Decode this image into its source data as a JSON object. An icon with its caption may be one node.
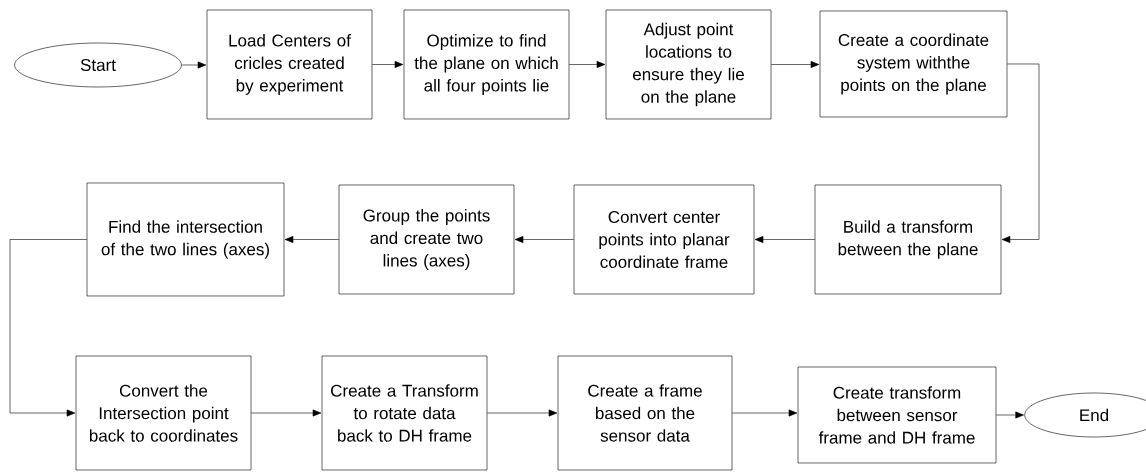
{
  "diagram": {
    "nodes": [
      {
        "text": [
          "Start"
        ]
      },
      {
        "text": [
          "Load Centers of cricles created by experiment"
        ]
      },
      {
        "text": [
          "Optimize to find the plane on which all four points lie"
        ]
      },
      {
        "text": [
          "Adjust point locations to ensure they lie on the plane"
        ]
      },
      {
        "text": [
          "Create a coordinate system withthe points on the plane"
        ]
      },
      {
        "text": [
          "Build a transform between the plane"
        ]
      },
      {
        "text": [
          "Convert center points into planar coordinate frame"
        ]
      },
      {
        "text": [
          "Group the points and create two lines (axes)"
        ]
      },
      {
        "text": [
          "Find the intersection of the two lines (axes)"
        ]
      },
      {
        "text": [
          "Convert the Intersection point back to coordinates"
        ]
      },
      {
        "text": [
          "Create a Transform to rotate data back to DH frame"
        ]
      },
      {
        "text": [
          "Create a frame based on the sensor data"
        ]
      },
      {
        "text": [
          "Create transform between sensor frame and DH frame"
        ]
      },
      {
        "text": [
          "End"
        ]
      }
    ],
    "edges": [
      {
        "from": 0,
        "to": 1,
        "arrow": "to"
      },
      {
        "from": 1,
        "to": 2,
        "arrow": "to"
      },
      {
        "from": 2,
        "to": 3,
        "arrow": "to"
      },
      {
        "from": 3,
        "to": 4,
        "arrow": "to"
      },
      {
        "from": 4,
        "to": 5,
        "arrow": "to"
      },
      {
        "from": 5,
        "to": 6,
        "arrow": "to"
      },
      {
        "from": 6,
        "to": 7,
        "arrow": "to"
      },
      {
        "from": 7,
        "to": 8,
        "arrow": "to"
      },
      {
        "from": 8,
        "to": 9,
        "arrow": "to"
      },
      {
        "from": 9,
        "to": 10,
        "arrow": "to"
      },
      {
        "from": 10,
        "to": 11,
        "arrow": "to"
      },
      {
        "from": 11,
        "to": 12,
        "arrow": "to"
      },
      {
        "from": 12,
        "to": 13,
        "arrow": "to"
      }
    ]
  }
}
